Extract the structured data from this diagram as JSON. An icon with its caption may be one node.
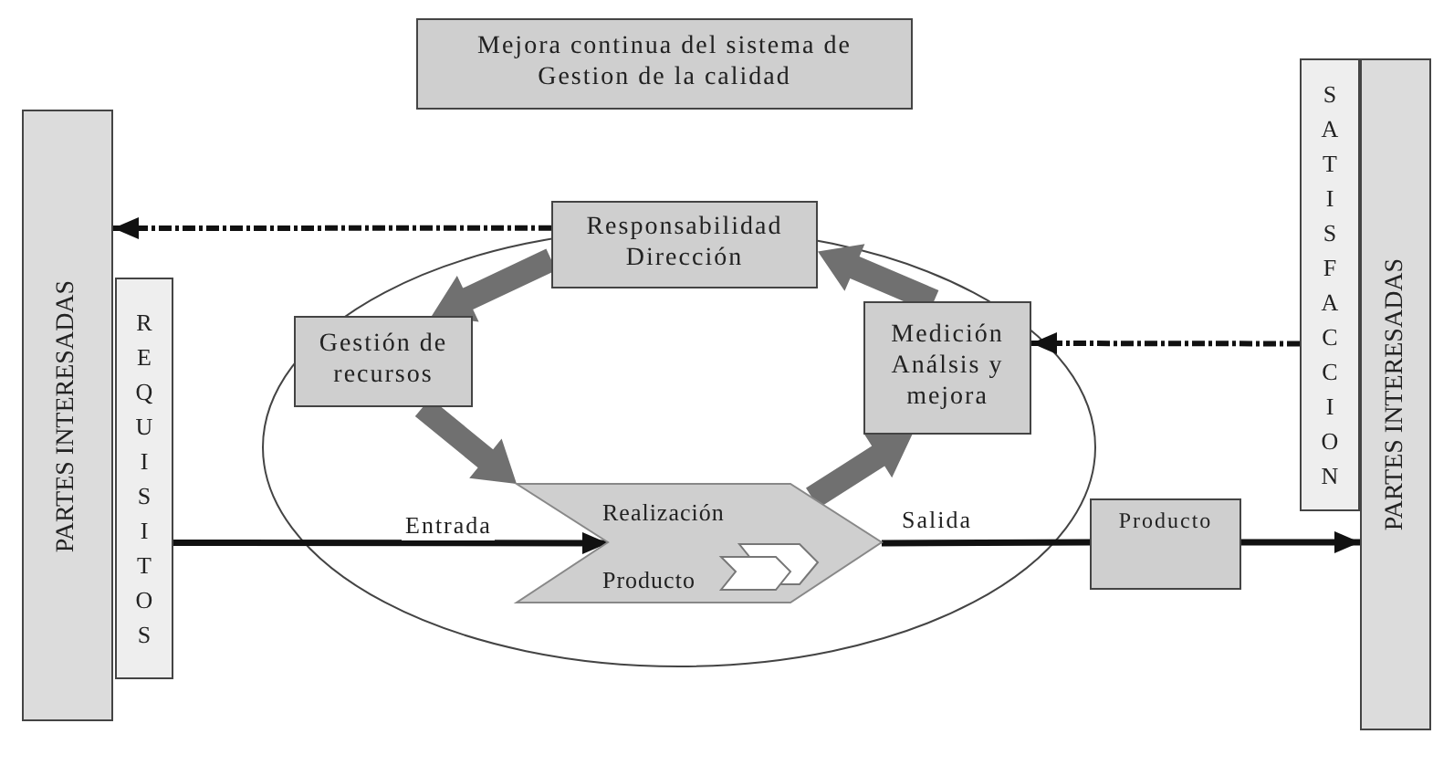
{
  "diagram": {
    "nodes": [
      {
        "text": [
          "Mejora continua del sistema de Gestion de la calidad"
        ]
      },
      {
        "text": [
          "PARTES INTERESADAS"
        ]
      },
      {
        "text": [
          "REQUISITOS"
        ]
      },
      {
        "text": [
          "Responsabilidad Dirección"
        ]
      },
      {
        "text": [
          "Gestión de recursos"
        ]
      },
      {
        "text": [
          "Medición Análsis y mejora"
        ]
      },
      {
        "text": [
          "Realización",
          "Producto"
        ]
      },
      {
        "text": [
          "Producto"
        ]
      },
      {
        "text": [
          "SATISFACCION"
        ]
      },
      {
        "text": [
          "PARTES INTERESADAS"
        ]
      }
    ],
    "edges": [
      {
        "from": 3,
        "to": 1,
        "arrow": "to",
        "style": "dashed"
      },
      {
        "from": 8,
        "to": 5,
        "arrow": "to",
        "style": "dashed"
      },
      {
        "from": 2,
        "to": 6,
        "arrow": "to",
        "label": "Entrada"
      },
      {
        "from": 6,
        "to": 7,
        "arrow": "none",
        "label": "Salida"
      },
      {
        "from": 7,
        "to": 9,
        "arrow": "to"
      },
      {
        "from": 3,
        "to": 4,
        "arrow": "to",
        "style": "thick",
        "color": "#707070"
      },
      {
        "from": 4,
        "to": 6,
        "arrow": "to",
        "style": "thick",
        "color": "#707070"
      },
      {
        "from": 6,
        "to": 5,
        "arrow": "to",
        "style": "thick",
        "color": "#707070"
      },
      {
        "from": 5,
        "to": 3,
        "arrow": "to",
        "style": "thick",
        "color": "#707070"
      }
    ]
  }
}
